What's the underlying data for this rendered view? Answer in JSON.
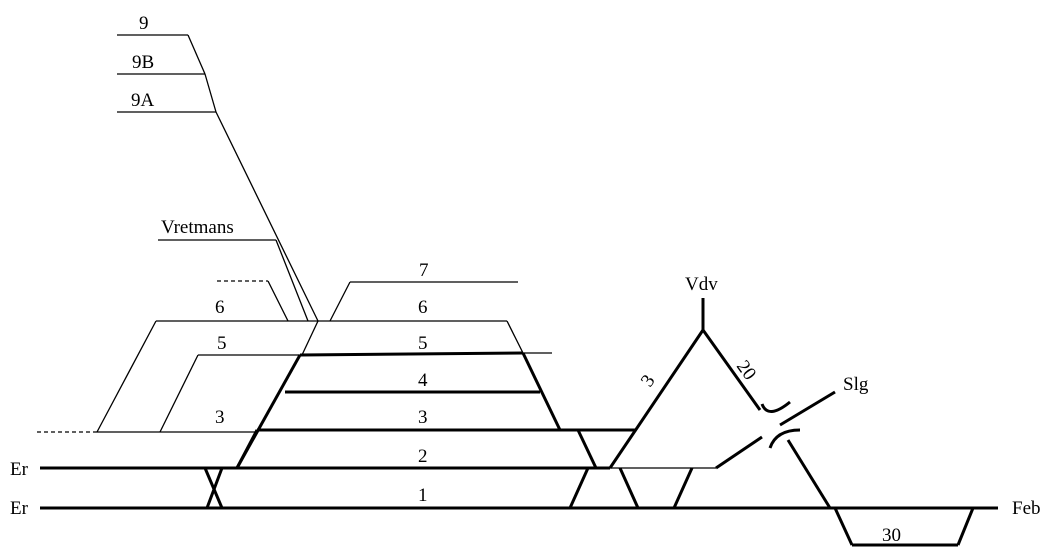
{
  "tracks": {
    "t9": "9",
    "t9b": "9B",
    "t9a": "9A",
    "vretmans": "Vretmans",
    "t7": "7",
    "t6_left": "6",
    "t6": "6",
    "t5_left": "5",
    "t5": "5",
    "t4": "4",
    "t3_left": "3",
    "t3": "3",
    "t2": "2",
    "t1": "1",
    "t30": "30"
  },
  "places": {
    "er_top": "Er",
    "er_bottom": "Er",
    "vdv": "Vdv",
    "slg": "Slg",
    "feb": "Feb"
  },
  "branches": {
    "vdv_left": "3",
    "vdv_right": "20"
  }
}
